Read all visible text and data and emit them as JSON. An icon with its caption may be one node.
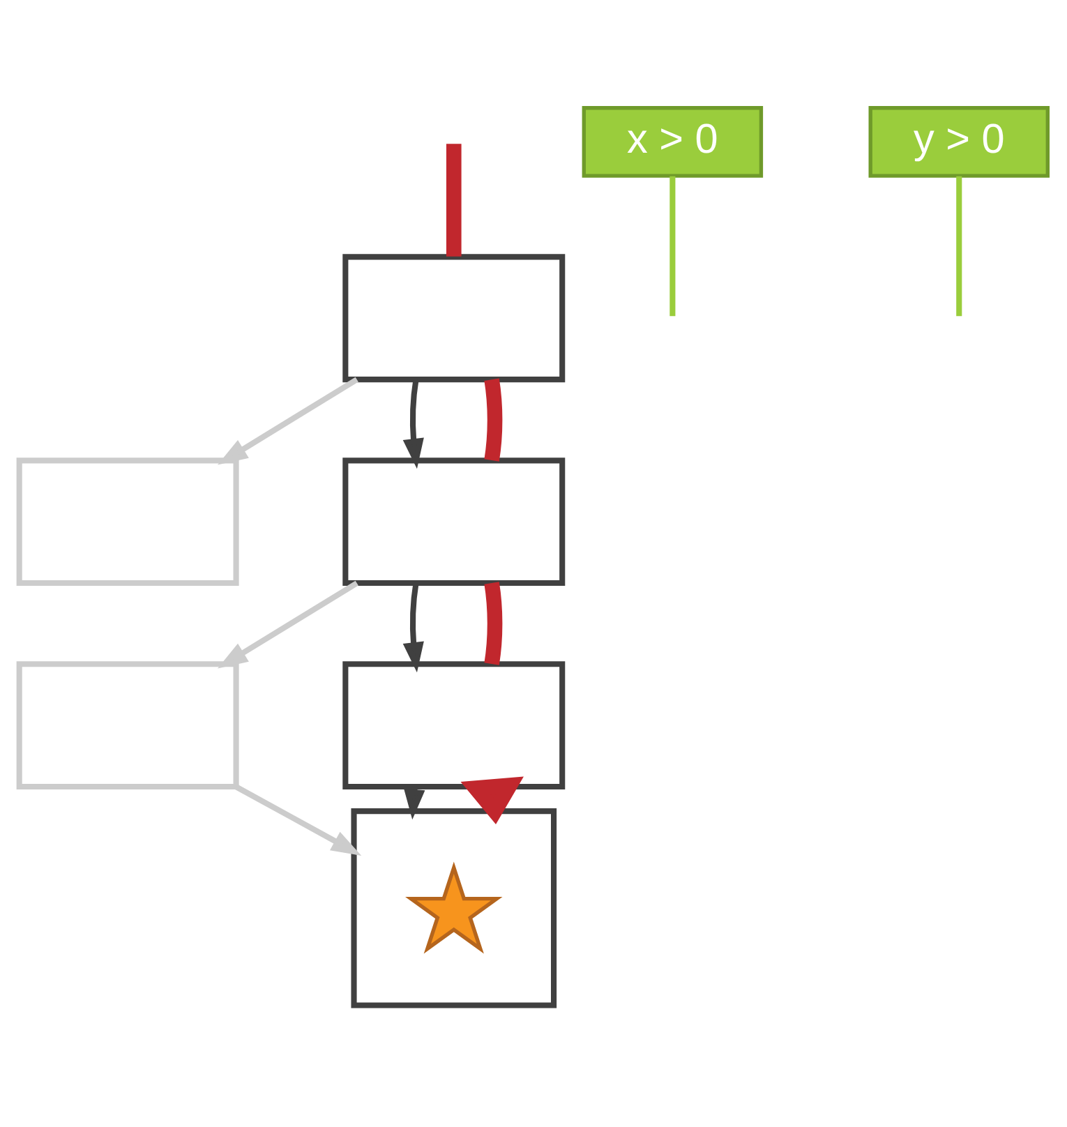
{
  "diagram": {
    "nodes": [
      {
        "text": [],
        "shape": "box"
      },
      {
        "text": [
          "x > 0"
        ]
      },
      {
        "text": [],
        "shape": "box"
      },
      {
        "text": [],
        "shape": "box"
      },
      {
        "text": [
          "y > 0"
        ]
      },
      {
        "text": [],
        "shape": "box"
      },
      {
        "text": [],
        "shape": "box"
      },
      {
        "text": [],
        "shape": "box"
      },
      {
        "text": [],
        "shape": "star",
        "in": 7
      }
    ],
    "edges": [
      {
        "from": 0,
        "to": 2,
        "arrow": "to",
        "color": "#cccccc"
      },
      {
        "from": 0,
        "to": 3,
        "arrow": "to",
        "color": "#404040"
      },
      {
        "from": 3,
        "to": 5,
        "arrow": "to",
        "color": "#cccccc"
      },
      {
        "from": 3,
        "to": 6,
        "arrow": "to",
        "color": "#404040"
      },
      {
        "from": 5,
        "to": 7,
        "arrow": "to",
        "color": "#cccccc"
      },
      {
        "from": 6,
        "to": 7,
        "arrow": "to",
        "color": "#404040"
      },
      {
        "from": null,
        "to": 0,
        "arrow": "none",
        "style": "thick",
        "color": "#c1272d"
      },
      {
        "from": 0,
        "to": 3,
        "arrow": "none",
        "style": "thick",
        "color": "#c1272d"
      },
      {
        "from": 3,
        "to": 6,
        "arrow": "none",
        "style": "thick",
        "color": "#c1272d"
      },
      {
        "from": 6,
        "to": 7,
        "arrow": "to",
        "style": "thick",
        "color": "#c1272d"
      },
      {
        "from": 1,
        "to": null,
        "arrow": "none",
        "color": "#9acd3c"
      },
      {
        "from": 4,
        "to": null,
        "arrow": "none",
        "color": "#9acd3c"
      }
    ]
  }
}
